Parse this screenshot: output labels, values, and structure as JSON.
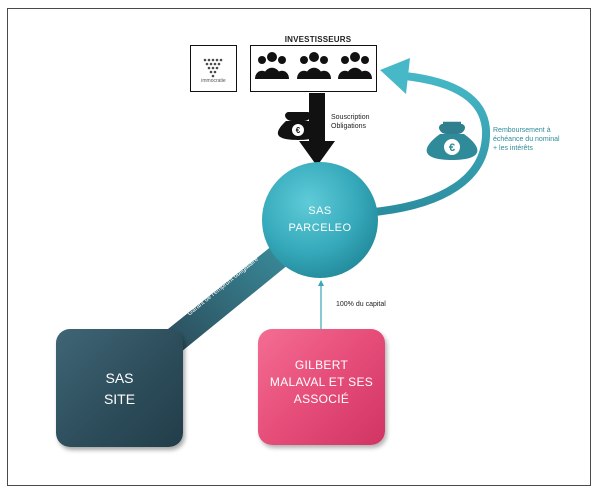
{
  "investors": {
    "title": "INVESTISSEURS",
    "logo_text": "immocratie",
    "people_icons": [
      "group-icon",
      "group-icon",
      "group-icon"
    ]
  },
  "flows": {
    "subscription": [
      "Souscription",
      "Obligations"
    ],
    "repayment": [
      "Remboursement à",
      "échéance du nominal",
      "+ les intérêts"
    ],
    "guarantee": "Garant de l'emprunt obligataire",
    "ownership": "100% du capital"
  },
  "entities": {
    "parceleo": [
      "SAS",
      "PARCELEO"
    ],
    "site": [
      "SAS",
      "SITE"
    ],
    "gilbert": [
      "GILBERT",
      "MALAVAL ET SES",
      "ASSOCIÉ"
    ]
  },
  "icons": {
    "money_bag": "money-bag-icon",
    "currency_symbol": "€"
  },
  "colors": {
    "teal": "#3fb3c4",
    "teal_dark": "#2a8fa0",
    "site": "#2f5464",
    "gilbert": "#e84f7c",
    "arrow_black": "#111111"
  }
}
